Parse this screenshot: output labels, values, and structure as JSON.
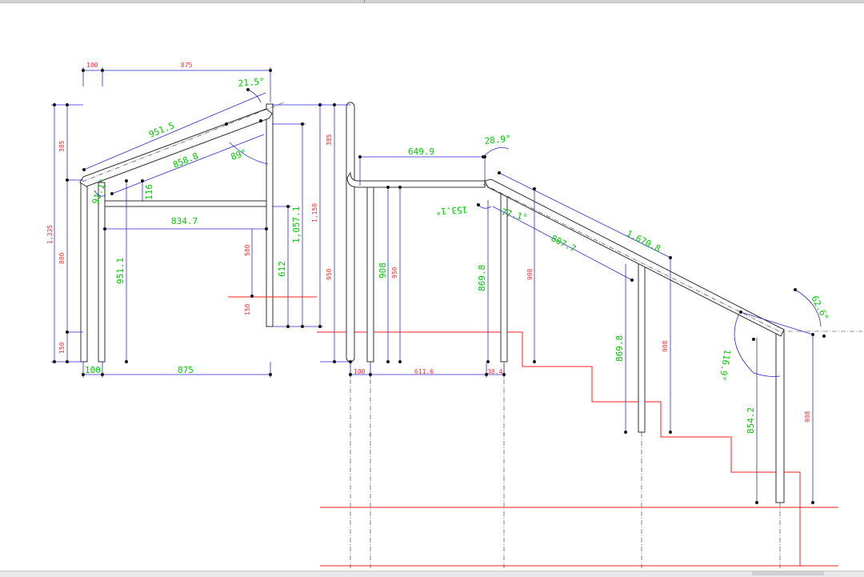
{
  "colors": {
    "dimension_line": "#2a2ad0",
    "dimension_text_green": "#00c800",
    "dimension_text_red": "#ff3030",
    "floor_line_red": "#ff2020",
    "pipe_outline": "#303030"
  },
  "left_view": {
    "top_width_left": "100",
    "top_width_right": "875",
    "height_top": "385",
    "height_total": "1,335",
    "height_mid": "800",
    "height_bottom": "150",
    "bottom_width_left": "100",
    "bottom_width_right": "875",
    "slope_length_outer": "951.5",
    "slope_length_inner": "858.8",
    "apex_angle": "21.5°",
    "corner_angle": "89°",
    "small_angle": "91.1°",
    "offset_116": "116",
    "crossbar_length": "834.7",
    "post_height": "951.1",
    "right_500": "500",
    "right_150": "150",
    "right_612": "612",
    "right_1057": "1,057.1",
    "right_1150": "1,150"
  },
  "right_view": {
    "post_height_950_left": "950",
    "top_385": "385",
    "post_908": "908",
    "post_950": "950",
    "top_length": "649.9",
    "angle_28": "28.9°",
    "angle_153": "153.1°",
    "angle_77": "77.1°",
    "inner_slope": "807.7",
    "outer_slope": "1,670.8",
    "post_869": "869.8",
    "post_908_mid": "908",
    "post_869_low": "869.8",
    "post_908_low": "908",
    "end_angle": "62.6°",
    "end_angle_lower": "116.9°",
    "post_854": "854.2",
    "post_908_end": "908",
    "bottom_100": "100",
    "bottom_611": "611.6",
    "bottom_38": "38.4"
  }
}
